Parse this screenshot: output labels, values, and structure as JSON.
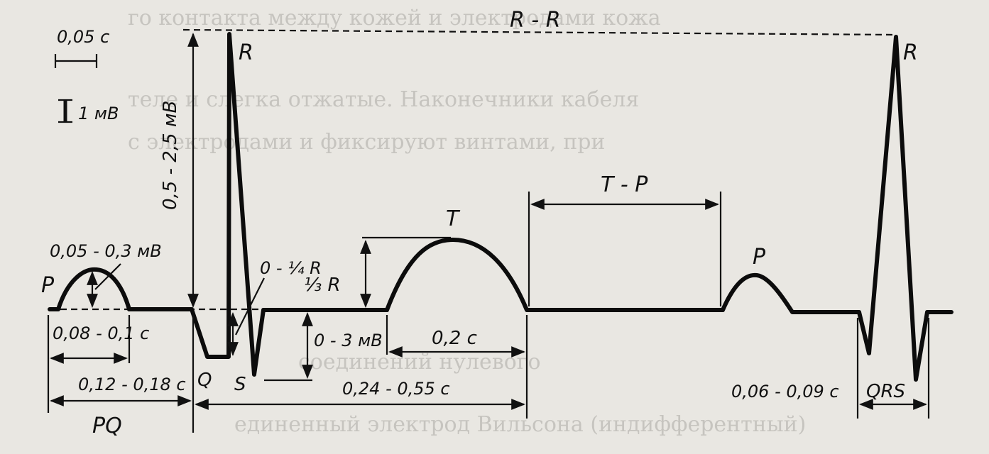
{
  "labels": {
    "scale_time": "0,05 с",
    "scale_voltage": "1 мВ",
    "rr": "R - R",
    "r_amp": "0,5 - 2,5 мВ",
    "r1": "R",
    "r2": "R",
    "p1": "P",
    "p2": "P",
    "q": "Q",
    "s": "S",
    "t": "T",
    "qrs": "QRS",
    "p_amp": "0,05 - 0,3 мВ",
    "q_amp": "0 - ¼ R",
    "t_amp": "⅓ R",
    "s_amp": "0 - 3 мВ",
    "tp": "T - P",
    "p_dur": "0,08 - 0,1 с",
    "pq_dur": "0,12 - 0,18 с",
    "pq": "PQ",
    "t_dur": "0,2 с",
    "qt_dur": "0,24 - 0,55 с",
    "qrs_dur": "0,06 - 0,09 с"
  },
  "colors": {
    "ink": "#0c0c0c",
    "paper": "#e9e7e2"
  }
}
